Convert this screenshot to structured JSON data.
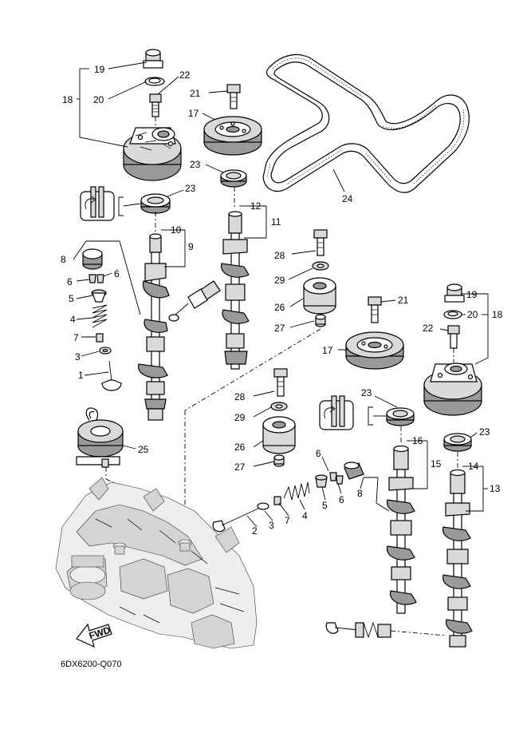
{
  "diagram_code": "6DX6200-Q070",
  "fwd_label": "FWD",
  "callouts": [
    {
      "id": "c19a",
      "text": "19"
    },
    {
      "id": "c20a",
      "text": "20"
    },
    {
      "id": "c18a",
      "text": "18"
    },
    {
      "id": "c22a",
      "text": "22"
    },
    {
      "id": "c21a",
      "text": "21"
    },
    {
      "id": "c17a",
      "text": "17"
    },
    {
      "id": "c23a",
      "text": "23"
    },
    {
      "id": "c23b",
      "text": "23"
    },
    {
      "id": "c24",
      "text": "24"
    },
    {
      "id": "c12",
      "text": "12"
    },
    {
      "id": "c11",
      "text": "11"
    },
    {
      "id": "c10",
      "text": "10"
    },
    {
      "id": "c9",
      "text": "9"
    },
    {
      "id": "c8a",
      "text": "8"
    },
    {
      "id": "c6a",
      "text": "6"
    },
    {
      "id": "c6b",
      "text": "6"
    },
    {
      "id": "c5a",
      "text": "5"
    },
    {
      "id": "c4a",
      "text": "4"
    },
    {
      "id": "c7a",
      "text": "7"
    },
    {
      "id": "c3a",
      "text": "3"
    },
    {
      "id": "c1",
      "text": "1"
    },
    {
      "id": "c28a",
      "text": "28"
    },
    {
      "id": "c29a",
      "text": "29"
    },
    {
      "id": "c26a",
      "text": "26"
    },
    {
      "id": "c27a",
      "text": "27"
    },
    {
      "id": "c21b",
      "text": "21"
    },
    {
      "id": "c19b",
      "text": "19"
    },
    {
      "id": "c20b",
      "text": "20"
    },
    {
      "id": "c18b",
      "text": "18"
    },
    {
      "id": "c22b",
      "text": "22"
    },
    {
      "id": "c17b",
      "text": "17"
    },
    {
      "id": "c23c",
      "text": "23"
    },
    {
      "id": "c23d",
      "text": "23"
    },
    {
      "id": "c16",
      "text": "16"
    },
    {
      "id": "c15",
      "text": "15"
    },
    {
      "id": "c14",
      "text": "14"
    },
    {
      "id": "c13",
      "text": "13"
    },
    {
      "id": "c25",
      "text": "25"
    },
    {
      "id": "c28b",
      "text": "28"
    },
    {
      "id": "c29b",
      "text": "29"
    },
    {
      "id": "c26b",
      "text": "26"
    },
    {
      "id": "c27b",
      "text": "27"
    },
    {
      "id": "c6c",
      "text": "6"
    },
    {
      "id": "c6d",
      "text": "6"
    },
    {
      "id": "c5b",
      "text": "5"
    },
    {
      "id": "c8b",
      "text": "8"
    },
    {
      "id": "c4b",
      "text": "4"
    },
    {
      "id": "c7b",
      "text": "7"
    },
    {
      "id": "c3b",
      "text": "3"
    },
    {
      "id": "c2",
      "text": "2"
    }
  ]
}
